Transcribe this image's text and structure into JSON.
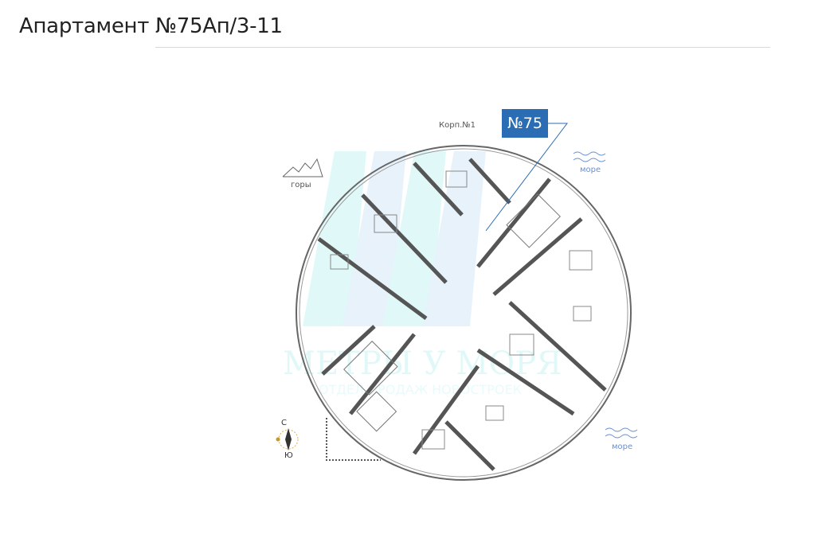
{
  "page": {
    "title": "Апартамент №75Ап/3-11"
  },
  "plan": {
    "building_label": "Корп.№1",
    "apartment_badge": "№75",
    "mountains_label": "горы",
    "sea_label_top": "море",
    "sea_label_bottom": "море",
    "compass": {
      "north": "С",
      "south": "Ю"
    },
    "watermark": {
      "line1": "МЕТРЫ У МОРЯ",
      "line2": "ОТДЕЛ ПРОДАЖ НОВОСТРОЕК"
    },
    "colors": {
      "badge": "#2a6db5",
      "sea": "#6a8fd0",
      "watermark": "#bdf3f3"
    }
  }
}
